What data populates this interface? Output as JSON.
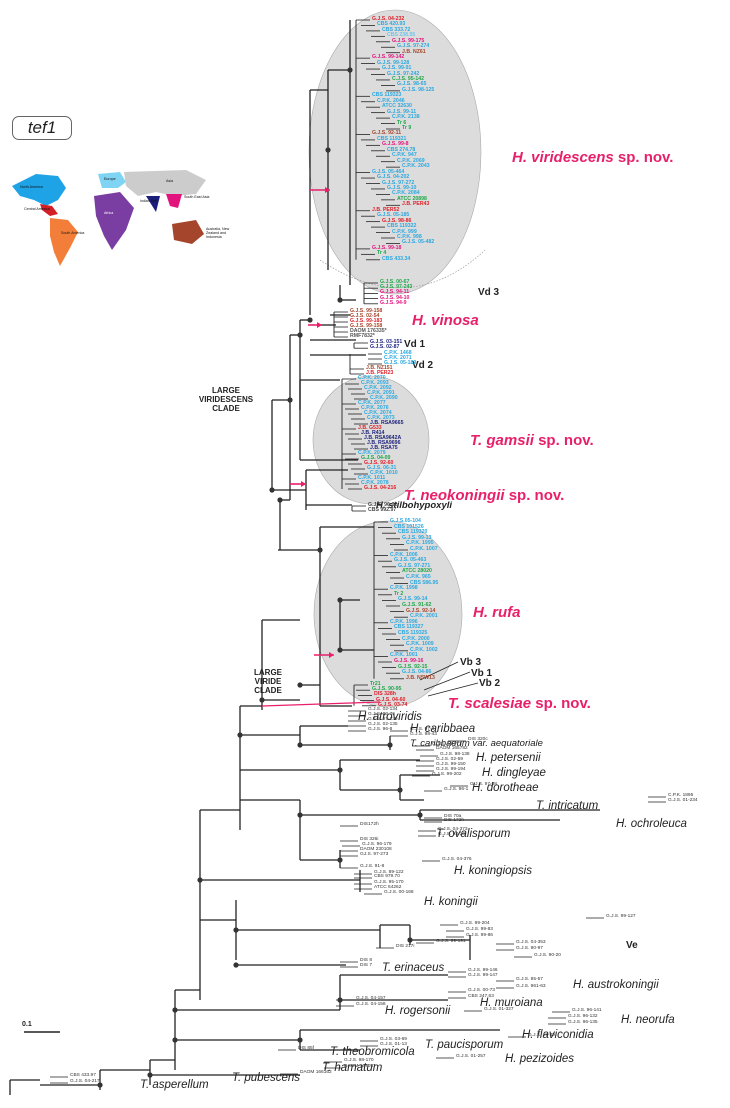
{
  "gene_tag": "tef1",
  "scale_label": "0.1",
  "map": {
    "regions": [
      {
        "label": "North America",
        "color": "#1ea3e6"
      },
      {
        "label": "Central America",
        "color": "#d32027"
      },
      {
        "label": "South America",
        "color": "#f37e3a"
      },
      {
        "label": "Europe",
        "color": "#7fd3f3"
      },
      {
        "label": "Africa",
        "color": "#7a3da1"
      },
      {
        "label": "Asia",
        "color": "#cccccc"
      },
      {
        "label": "Indian Sub",
        "color": "#1b1f7b"
      },
      {
        "label": "South East Asia",
        "color": "#e3137e"
      },
      {
        "label": "Australia, New Zealand and Indonesia",
        "color": "#a4452c"
      }
    ]
  },
  "clades": [
    {
      "id": "viridescens",
      "name": "H. viridescens",
      "suffix": " sp. nov."
    },
    {
      "id": "vinosa",
      "name": "H. vinosa",
      "suffix": ""
    },
    {
      "id": "gamsii",
      "name": "T. gamsii",
      "suffix": " sp. nov."
    },
    {
      "id": "neokoningii",
      "name": "T. neokoningii",
      "suffix": " sp. nov."
    },
    {
      "id": "rufa",
      "name": "H. rufa",
      "suffix": ""
    },
    {
      "id": "scalesiae",
      "name": "T. scalesiae",
      "suffix": " sp. nov."
    }
  ],
  "group_labels": [
    "LARGE VIRIDESCENS CLADE",
    "LARGE VIRIDE CLADE"
  ],
  "variant_codes": [
    "Vd 3",
    "Vd 1",
    "Vd 2",
    "Vb 3",
    "Vb 1",
    "Vb 2",
    "Ve"
  ],
  "species": [
    "H. stilbohypoxyli",
    "H. atroviridis",
    "H. caribbaea",
    "T. caribbaeum var. aequatoriale",
    "H. petersenii",
    "H. dingleyae",
    "H. dorotheae",
    "T. intricatum",
    "H. ochroleuca",
    "T. ovalisporum",
    "H. koningiopsis",
    "H. koningii",
    "T. erinaceus",
    "H. austrokoningii",
    "H. muroiana",
    "H. rogersonii",
    "H. neorufa",
    "H. flaviconidia",
    "T. paucisporum",
    "T. theobromicola",
    "H. pezizoides",
    "T. hamatum",
    "T. pubescens",
    "T. asperellum"
  ],
  "taxa": {
    "viridescens": [
      {
        "t": "G.J.S. 04-232",
        "c": "#e0202a"
      },
      {
        "t": "CBS 420.93",
        "c": "#2aa8e0"
      },
      {
        "t": "CBS 333.72",
        "c": "#2aa8e0"
      },
      {
        "t": "CBS 238.95",
        "c": "#6cc6ee"
      },
      {
        "t": "G.J.S. 99-175",
        "c": "#e3137e"
      },
      {
        "t": "G.J.S. 97-274",
        "c": "#2aa8e0"
      },
      {
        "t": "J.B. NZ61",
        "c": "#a4452c"
      },
      {
        "t": "G.J.S. 99-142",
        "c": "#e3137e"
      },
      {
        "t": "G.J.S. 99-128",
        "c": "#2aa8e0"
      },
      {
        "t": "G.J.S. 99-91",
        "c": "#2aa8e0"
      },
      {
        "t": "G.J.S. 97-242",
        "c": "#2aa8e0"
      },
      {
        "t": "C.J.S. 95-142",
        "c": "#1fa64a"
      },
      {
        "t": "G.J.S. 98-65",
        "c": "#2aa8e0"
      },
      {
        "t": "G.J.S. 98-125",
        "c": "#2aa8e0"
      },
      {
        "t": "CBS 119323",
        "c": "#2aa8e0"
      },
      {
        "t": "C.P.K. 2046",
        "c": "#2aa8e0"
      },
      {
        "t": "ATCC 32630",
        "c": "#2aa8e0"
      },
      {
        "t": "G.J.S. 99-11",
        "c": "#2aa8e0"
      },
      {
        "t": "C.P.K. 2138",
        "c": "#2aa8e0"
      },
      {
        "t": "Tr 6",
        "c": "#1fa64a"
      },
      {
        "t": "Tr 9",
        "c": "#1fa64a"
      },
      {
        "t": "G.J.S. 92-11",
        "c": "#a4452c"
      },
      {
        "t": "CBS 119321",
        "c": "#2aa8e0"
      },
      {
        "t": "G.J.S. 99-8",
        "c": "#e3137e"
      },
      {
        "t": "CBS 274.78",
        "c": "#2aa8e0"
      },
      {
        "t": "C.P.K. 947",
        "c": "#2aa8e0"
      },
      {
        "t": "C.P.K. 2069",
        "c": "#2aa8e0"
      },
      {
        "t": "C.P.K. 2043",
        "c": "#2aa8e0"
      },
      {
        "t": "G.J.S. 05-464",
        "c": "#2aa8e0"
      },
      {
        "t": "G.J.S. 04-202",
        "c": "#2aa8e0"
      },
      {
        "t": "G.J.S. 97-272",
        "c": "#2aa8e0"
      },
      {
        "t": "G.J.S. 99-10",
        "c": "#2aa8e0"
      },
      {
        "t": "C.P.K. 2084",
        "c": "#2aa8e0"
      },
      {
        "t": "ATCC 20898",
        "c": "#1fa64a"
      },
      {
        "t": "J.B. PER43",
        "c": "#e0202a"
      },
      {
        "t": "J.B. PER52",
        "c": "#e0202a"
      },
      {
        "t": "G.J.S. 05-185",
        "c": "#2aa8e0"
      },
      {
        "t": "G.J.S. 98-86",
        "c": "#e0202a"
      },
      {
        "t": "CBS 119322",
        "c": "#2aa8e0"
      },
      {
        "t": "C.P.K. 999",
        "c": "#2aa8e0"
      },
      {
        "t": "C.P.K. 998",
        "c": "#2aa8e0"
      },
      {
        "t": "G.J.S. 05-482",
        "c": "#2aa8e0"
      },
      {
        "t": "G.J.S. 99-18",
        "c": "#e3137e"
      },
      {
        "t": "Tr 4",
        "c": "#1fa64a"
      },
      {
        "t": "CBS 433.34",
        "c": "#2aa8e0"
      }
    ],
    "vd3": [
      {
        "t": "G.J.S. 00-67",
        "c": "#1fa64a"
      },
      {
        "t": "G.J.S. 97-243",
        "c": "#1fa64a"
      },
      {
        "t": "G.J.S. 94-11",
        "c": "#e3137e"
      },
      {
        "t": "G.J.S. 94-10",
        "c": "#e3137e"
      },
      {
        "t": "G.J.S. 94-9",
        "c": "#e3137e"
      }
    ],
    "vinosa": [
      {
        "t": "G.J.S. 99-158",
        "c": "#a4452c"
      },
      {
        "t": "G.J.S. 02-54",
        "c": "#a4452c"
      },
      {
        "t": "G.J.S. 99-183",
        "c": "#e0202a"
      },
      {
        "t": "G.J.S. 99-158",
        "c": "#a4452c"
      },
      {
        "t": "DAOM 176335*",
        "c": "#555555"
      },
      {
        "t": "RMF7832*",
        "c": "#555555"
      }
    ],
    "vd1": [
      {
        "t": "G.J.S. 03-151",
        "c": "#1b1f7b"
      },
      {
        "t": "G.J.S. 02-87",
        "c": "#1b1f7b"
      }
    ],
    "vd2": [
      {
        "t": "C.P.K. 1468",
        "c": "#2aa8e0"
      },
      {
        "t": "C.P.K. 2071",
        "c": "#2aa8e0"
      },
      {
        "t": "G.J.S. 05-189",
        "c": "#2aa8e0"
      },
      {
        "t": "J.B. NZ151",
        "c": "#a4452c"
      },
      {
        "t": "J.B. PER23",
        "c": "#e0202a"
      }
    ],
    "gamsii": [
      {
        "t": "C.P.K. 2070",
        "c": "#2aa8e0"
      },
      {
        "t": "C.P.K. 2093",
        "c": "#2aa8e0"
      },
      {
        "t": "C.P.K. 2092",
        "c": "#2aa8e0"
      },
      {
        "t": "C.P.K. 2091",
        "c": "#2aa8e0"
      },
      {
        "t": "C.P.K. 2090",
        "c": "#2aa8e0"
      },
      {
        "t": "C.P.K. 2077",
        "c": "#2aa8e0"
      },
      {
        "t": "C.P.K. 2076",
        "c": "#2aa8e0"
      },
      {
        "t": "C.P.K. 2074",
        "c": "#2aa8e0"
      },
      {
        "t": "C.P.K. 2073",
        "c": "#2aa8e0"
      },
      {
        "t": "J.B. RSA9665",
        "c": "#1b1f7b"
      },
      {
        "t": "J.B. G533",
        "c": "#e0202a"
      },
      {
        "t": "J.B. R414",
        "c": "#1b1f7b"
      },
      {
        "t": "J.B. RSA9642A",
        "c": "#1b1f7b"
      },
      {
        "t": "J.B. RSA9696",
        "c": "#1b1f7b"
      },
      {
        "t": "J.B. RSA75",
        "c": "#1b1f7b"
      },
      {
        "t": "C.P.K. 2079",
        "c": "#2aa8e0"
      },
      {
        "t": "G.J.S. 04-09",
        "c": "#1fa64a"
      },
      {
        "t": "G.J.S. 92-60",
        "c": "#e0202a"
      },
      {
        "t": "G.J.S. 06-31",
        "c": "#2aa8e0"
      },
      {
        "t": "C.P.K. 1010",
        "c": "#2aa8e0"
      },
      {
        "t": "C.P.K. 1011",
        "c": "#2aa8e0"
      },
      {
        "t": "C.P.K. 2078",
        "c": "#2aa8e0"
      },
      {
        "t": "G.J.S. 04-216",
        "c": "#e0202a"
      }
    ],
    "stilbo": [
      {
        "t": "G.J.S. 96-32",
        "c": "#444444"
      },
      {
        "t": "CBS 992.97",
        "c": "#444444"
      }
    ],
    "rufa": [
      {
        "t": "G.J.S.05-104",
        "c": "#2aa8e0"
      },
      {
        "t": "CBS 101526",
        "c": "#2aa8e0"
      },
      {
        "t": "CBS 119320",
        "c": "#2aa8e0"
      },
      {
        "t": "G.J.S. 99-13",
        "c": "#2aa8e0"
      },
      {
        "t": "C.P.K. 1995",
        "c": "#2aa8e0"
      },
      {
        "t": "C.P.K. 1007",
        "c": "#2aa8e0"
      },
      {
        "t": "C.P.K. 1006",
        "c": "#2aa8e0"
      },
      {
        "t": "G.J.S. 05-463",
        "c": "#2aa8e0"
      },
      {
        "t": "G.J.S. 97-271",
        "c": "#2aa8e0"
      },
      {
        "t": "ATCC 28020",
        "c": "#1fa64a"
      },
      {
        "t": "C.P.K. 965",
        "c": "#2aa8e0"
      },
      {
        "t": "CBS 586.95",
        "c": "#2aa8e0"
      },
      {
        "t": "C.P.K. 1998",
        "c": "#2aa8e0"
      },
      {
        "t": "Tr 2",
        "c": "#1fa64a"
      },
      {
        "t": "G.J.S. 99-14",
        "c": "#2aa8e0"
      },
      {
        "t": "G.J.S. 91-62",
        "c": "#1fa64a"
      },
      {
        "t": "G.J.S. 92-14",
        "c": "#a4452c"
      },
      {
        "t": "C.P.K. 2001",
        "c": "#2aa8e0"
      },
      {
        "t": "C.P.K. 1996",
        "c": "#2aa8e0"
      },
      {
        "t": "CBS 119327",
        "c": "#2aa8e0"
      },
      {
        "t": "CBS 119325",
        "c": "#2aa8e0"
      },
      {
        "t": "C.P.K. 2000",
        "c": "#2aa8e0"
      },
      {
        "t": "C.P.K. 1009",
        "c": "#2aa8e0"
      },
      {
        "t": "C.P.K. 1002",
        "c": "#2aa8e0"
      },
      {
        "t": "C.P.K. 1001",
        "c": "#2aa8e0"
      },
      {
        "t": "G.J.S. 99-16",
        "c": "#e3137e"
      },
      {
        "t": "G.J.S. 92-15",
        "c": "#1fa64a"
      },
      {
        "t": "G.J.S. 04-86",
        "c": "#2aa8e0"
      },
      {
        "t": "J.B. NSW13",
        "c": "#a4452c"
      }
    ],
    "scalesiae": [
      {
        "t": "Tr21",
        "c": "#1fa64a"
      },
      {
        "t": "G.J.S. 90-95",
        "c": "#1fa64a"
      },
      {
        "t": "DIS 328h",
        "c": "#e0202a"
      },
      {
        "t": "G.J.S. 04-60",
        "c": "#e0202a"
      },
      {
        "t": "G.J.S. 03-74",
        "c": "#e0202a"
      }
    ],
    "lower": [
      {
        "t": "G.J.S. 02-134"
      },
      {
        "t": "G.J.S. 00-76"
      },
      {
        "t": "G.J.S. 97-239"
      },
      {
        "t": "G.J.S. 02-135"
      },
      {
        "t": "G.J.S. 96-8"
      },
      {
        "t": "G.J.S. 97-3"
      },
      {
        "t": "G.J.S. 98-43"
      },
      {
        "t": "DIS 320c"
      },
      {
        "t": "G.J.S. 04-371"
      },
      {
        "t": "DAOM 165782"
      },
      {
        "t": "G.J.S. 98-138"
      },
      {
        "t": "G.J.S. 02-59"
      },
      {
        "t": "G.J.S. 99-150"
      },
      {
        "t": "G.J.S. 99-194"
      },
      {
        "t": "G.J.S. 99-202"
      },
      {
        "t": "G.J.S. 97-88"
      },
      {
        "t": "G.J.S. 96-1"
      },
      {
        "t": "C.P.K. 1895"
      },
      {
        "t": "G.J.S. 01-234"
      },
      {
        "t": "DIS 70a"
      },
      {
        "t": "DIS 172h"
      },
      {
        "t": "DIS172h"
      },
      {
        "t": "G.J.S. 04-373"
      },
      {
        "t": "G.J.S. 93-20"
      },
      {
        "t": "DIS 326i"
      },
      {
        "t": "G.J.S. 96-179"
      },
      {
        "t": "DAOM 230108"
      },
      {
        "t": "GJ.S. 97-273"
      },
      {
        "t": "G.J.S. 04-376"
      },
      {
        "t": "G.J.S. 91-8"
      },
      {
        "t": "G.J.S. 89-122"
      },
      {
        "t": "CBS 979.70"
      },
      {
        "t": "G.J.S. 95-170"
      },
      {
        "t": "ATCC 64262"
      },
      {
        "t": "G.J.S. 00-168"
      },
      {
        "t": "G.J.S. 99-127"
      },
      {
        "t": "G.J.S. 99-204"
      },
      {
        "t": "G.J.S. 99-83"
      },
      {
        "t": "G.J.S. 99-86"
      },
      {
        "t": "G.J.S. 99-191"
      },
      {
        "t": "G.J.S. 04-353"
      },
      {
        "t": "G.J.S. 90-97"
      },
      {
        "t": "G.J.S. 90-20"
      },
      {
        "t": "DIS 217i"
      },
      {
        "t": "DIS 8"
      },
      {
        "t": "DIS 7"
      },
      {
        "t": "G.J.S. 99-146"
      },
      {
        "t": "G.J.S. 99-147"
      },
      {
        "t": "G.J.S. 85-57"
      },
      {
        "t": "G.J.S. 961-63"
      },
      {
        "t": "G.J.S. 00-73"
      },
      {
        "t": "CBS 247.63"
      },
      {
        "t": "G.J.S. 04-157"
      },
      {
        "t": "G.J.S. 04-158"
      },
      {
        "t": "G.J.S. 01-327"
      },
      {
        "t": "G.J.S. 96-141"
      },
      {
        "t": "G.J.S. 96-132"
      },
      {
        "t": "G.J.S. 96-135"
      },
      {
        "t": "G.J.S. 99-49"
      },
      {
        "t": "G.J.S. 03-69"
      },
      {
        "t": "G.J.S. 01-13"
      },
      {
        "t": "DIS 85f"
      },
      {
        "t": "G.J.S. 01-257"
      },
      {
        "t": "G.J.S. 98-170"
      },
      {
        "t": "DAOM 167057"
      },
      {
        "t": "DAOM 166162"
      },
      {
        "t": "CBS 433.97"
      },
      {
        "t": "G.J.S. 04-217"
      }
    ]
  }
}
